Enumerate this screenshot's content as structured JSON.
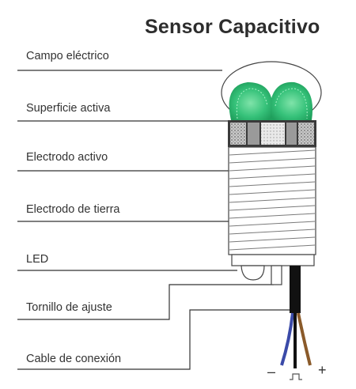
{
  "title": "Sensor Capacitivo",
  "labels": {
    "campo": "Campo eléctrico",
    "superficie": "Superficie activa",
    "electrodo_activo": "Electrodo activo",
    "electrodo_tierra": "Electrodo de tierra",
    "led": "LED",
    "tornillo": "Tornillo de ajuste",
    "cable": "Cable de conexión"
  },
  "polarity": {
    "minus": "–",
    "plus": "+"
  },
  "colors": {
    "field_green": "#2fbf73",
    "wire_blue": "#3a4aa8",
    "wire_brown": "#8a5a2a",
    "wire_black": "#111111"
  }
}
